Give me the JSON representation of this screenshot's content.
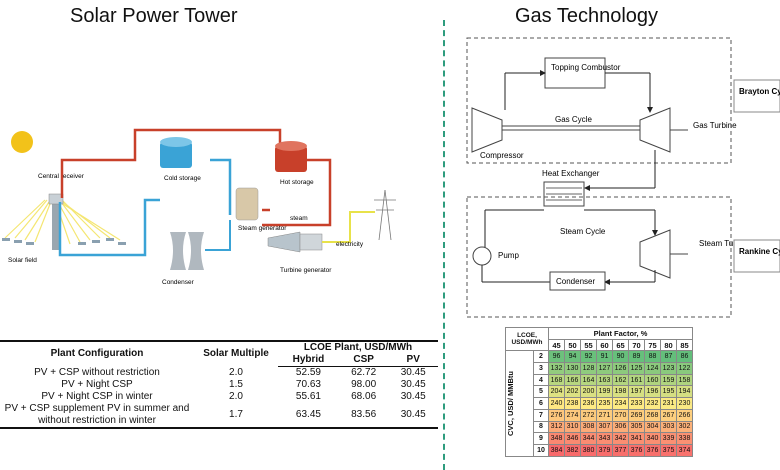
{
  "left_title": "Solar Power Tower",
  "right_title": "Gas Technology",
  "csp_diagram": {
    "central_receiver": "Central receiver",
    "solar_field": "Solar field",
    "cold_storage": "Cold storage",
    "hot_storage": "Hot storage",
    "steam_generator": "Steam generator",
    "steam": "steam",
    "electricity": "electricity",
    "condenser": "Condenser",
    "turbine_generator": "Turbine generator"
  },
  "gas_diagram": {
    "topping_combustor": "Topping Combustor",
    "gas_cycle": "Gas Cycle",
    "gas_turbine": "Gas Turbine",
    "compressor": "Compressor",
    "heat_exchanger": "Heat Exchanger",
    "steam_cycle": "Steam Cycle",
    "steam_turbine": "Steam Turbine",
    "pump": "Pump",
    "condenser": "Condenser",
    "brayton_cycle": "Brayton Cycle",
    "rankine_cycle": "Rankine Cycle"
  },
  "lcoe_table": {
    "col_config": "Plant Configuration",
    "col_multiple": "Solar Multiple",
    "col_group": "LCOE Plant, USD/MWh",
    "col_hybrid": "Hybrid",
    "col_csp": "CSP",
    "col_pv": "PV",
    "rows": [
      {
        "config": "PV + CSP without restriction",
        "multiple": "2.0",
        "hybrid": "52.59",
        "csp": "62.72",
        "pv": "30.45"
      },
      {
        "config": "PV + Night CSP",
        "multiple": "1.5",
        "hybrid": "70.63",
        "csp": "98.00",
        "pv": "30.45"
      },
      {
        "config": "PV + Night CSP in winter",
        "multiple": "2.0",
        "hybrid": "55.61",
        "csp": "68.06",
        "pv": "30.45"
      },
      {
        "config": "PV + CSP supplement PV in summer and without restriction in winter",
        "multiple": "1.7",
        "hybrid": "63.45",
        "csp": "83.56",
        "pv": "30.45"
      }
    ]
  },
  "heat_table": {
    "corner": "LCOE, USD/MWh",
    "plant_factor_label": "Plant Factor, %",
    "row_axis_label": "CVC, USD/ MMBtu",
    "plant_factors": [
      "45",
      "50",
      "55",
      "60",
      "65",
      "70",
      "75",
      "80",
      "85"
    ],
    "rows": [
      {
        "gas": "2",
        "values": [
          "96",
          "94",
          "92",
          "91",
          "90",
          "89",
          "88",
          "87",
          "86"
        ]
      },
      {
        "gas": "3",
        "values": [
          "132",
          "130",
          "128",
          "127",
          "126",
          "125",
          "124",
          "123",
          "122"
        ]
      },
      {
        "gas": "4",
        "values": [
          "168",
          "166",
          "164",
          "163",
          "162",
          "161",
          "160",
          "159",
          "158"
        ]
      },
      {
        "gas": "5",
        "values": [
          "204",
          "202",
          "200",
          "199",
          "198",
          "197",
          "196",
          "195",
          "194"
        ]
      },
      {
        "gas": "6",
        "values": [
          "240",
          "238",
          "236",
          "235",
          "234",
          "233",
          "232",
          "231",
          "230"
        ]
      },
      {
        "gas": "7",
        "values": [
          "276",
          "274",
          "272",
          "271",
          "270",
          "269",
          "268",
          "267",
          "266"
        ]
      },
      {
        "gas": "8",
        "values": [
          "312",
          "310",
          "308",
          "307",
          "306",
          "305",
          "304",
          "303",
          "302"
        ]
      },
      {
        "gas": "9",
        "values": [
          "348",
          "346",
          "344",
          "343",
          "342",
          "341",
          "340",
          "339",
          "338"
        ]
      },
      {
        "gas": "10",
        "values": [
          "384",
          "382",
          "380",
          "379",
          "377",
          "376",
          "376",
          "375",
          "374"
        ]
      }
    ]
  },
  "colors": {
    "divider": "#2e9c7e",
    "cold": "#3aa3d6",
    "hot": "#c8402a",
    "heat_low": "#63be7b",
    "heat_mid": "#ffeb84",
    "heat_high": "#f8696b"
  }
}
